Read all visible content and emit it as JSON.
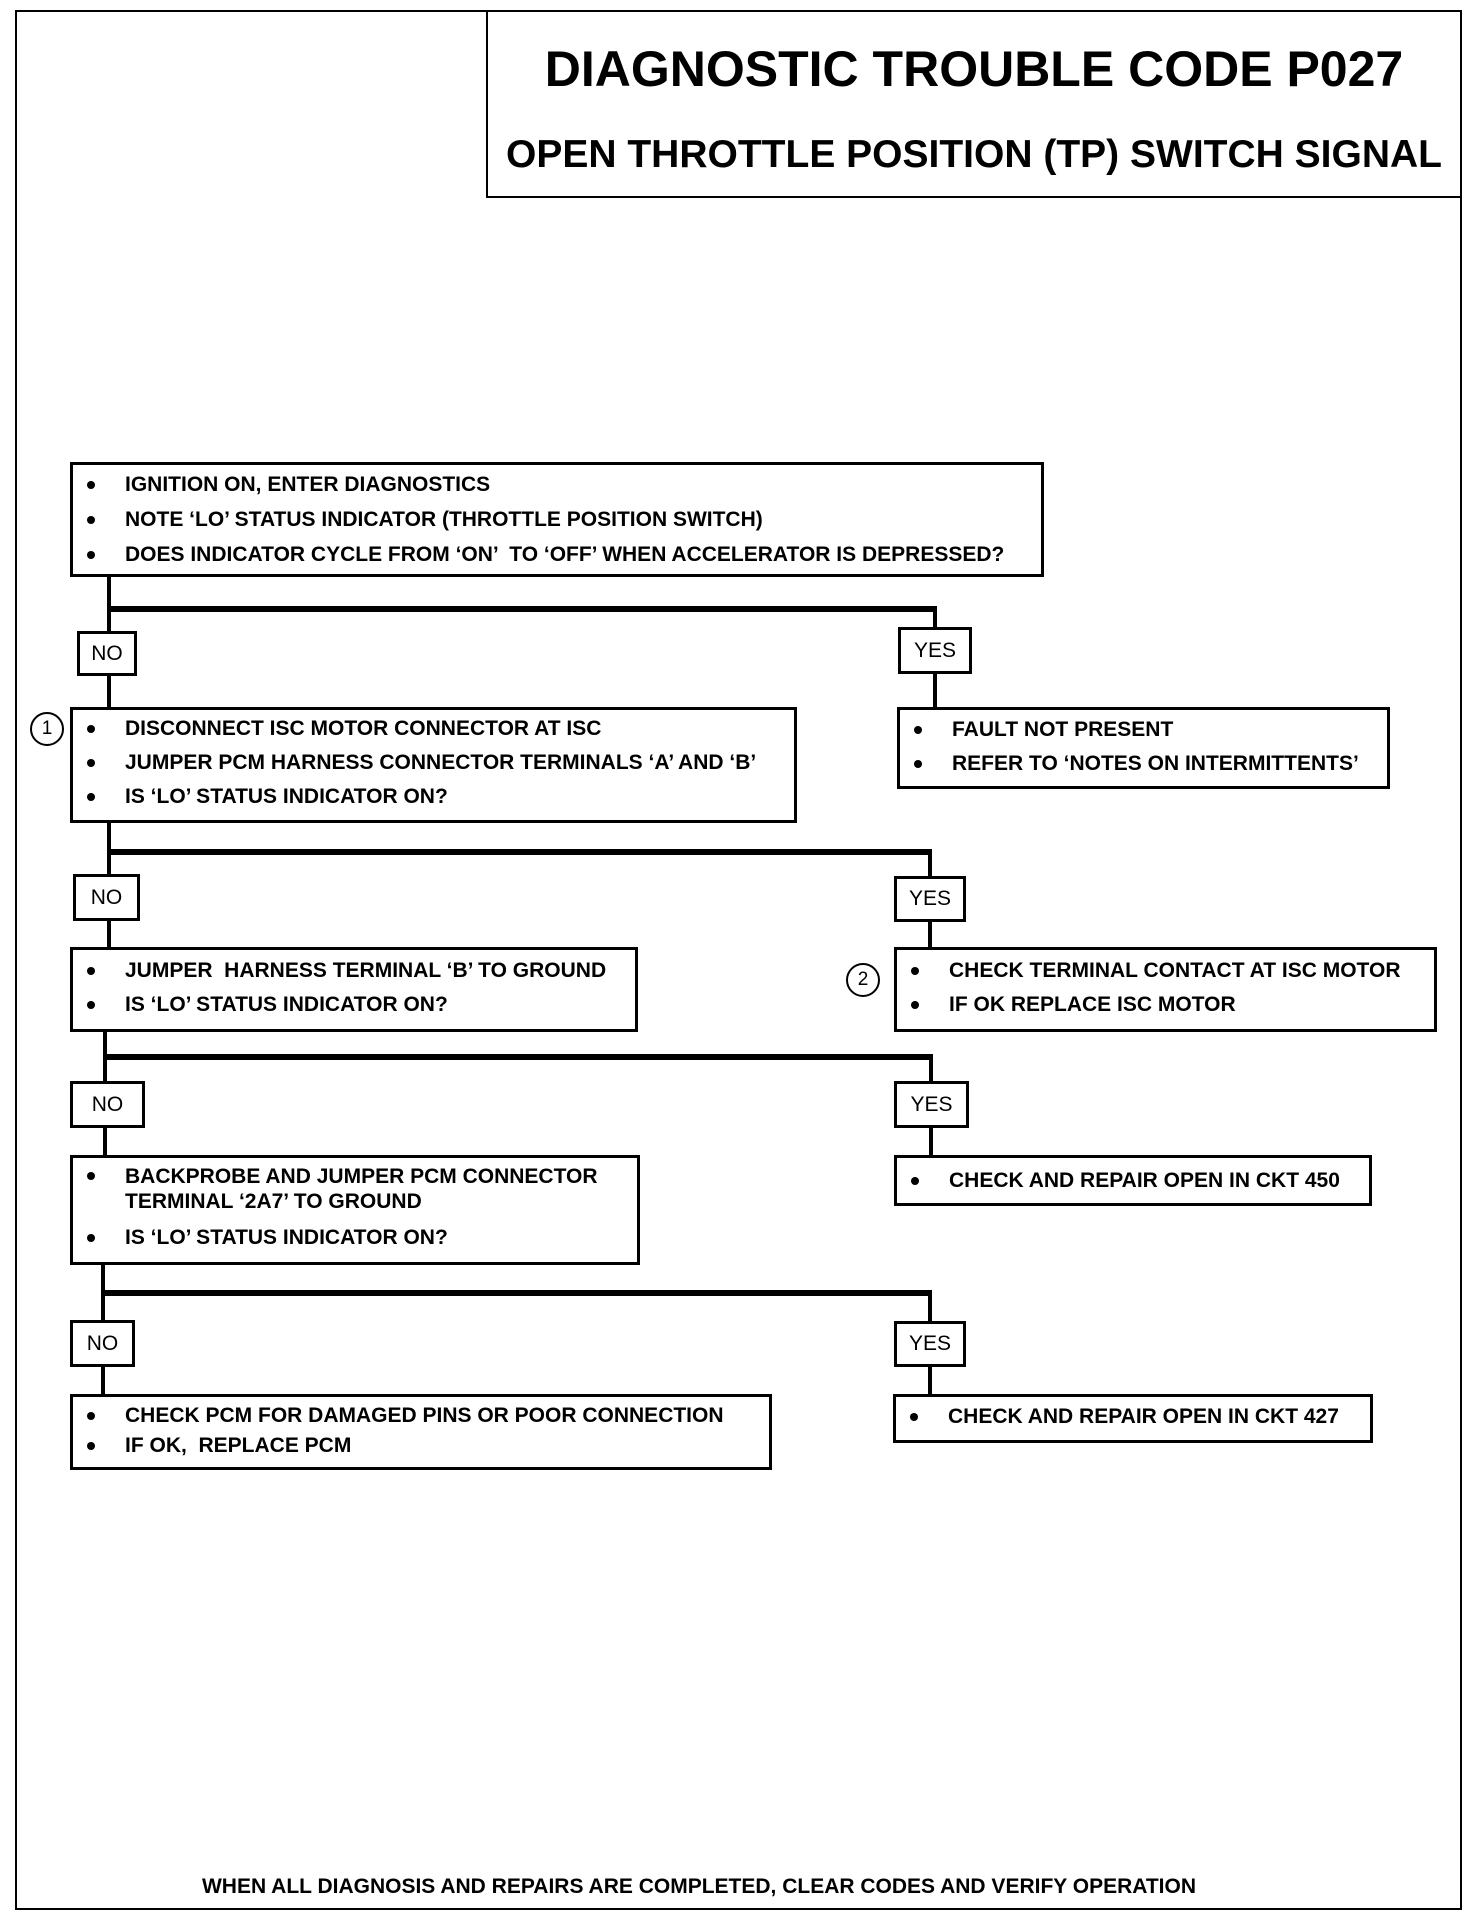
{
  "title": {
    "line1": "DIAGNOSTIC TROUBLE CODE P027",
    "line2": "OPEN THROTTLE POSITION (TP) SWITCH SIGNAL"
  },
  "labels": {
    "no": "NO",
    "yes": "YES"
  },
  "steps": {
    "step1": {
      "items": [
        "IGNITION ON, ENTER DIAGNOSTICS",
        "NOTE ‘LO’ STATUS INDICATOR (THROTTLE POSITION SWITCH)",
        "DOES INDICATOR CYCLE FROM ‘ON’  TO ‘OFF’ WHEN ACCELERATOR IS DEPRESSED?"
      ]
    },
    "step1_yes": {
      "items": [
        "FAULT NOT PRESENT",
        "REFER TO ‘NOTES ON INTERMITTENTS’"
      ]
    },
    "step2": {
      "marker": "1",
      "items": [
        "DISCONNECT ISC MOTOR CONNECTOR AT ISC",
        "JUMPER PCM HARNESS CONNECTOR TERMINALS ‘A’ AND ‘B’",
        "IS ‘LO’ STATUS INDICATOR ON?"
      ]
    },
    "step2_yes": {
      "marker": "2",
      "items": [
        "CHECK TERMINAL CONTACT AT ISC MOTOR",
        "IF OK REPLACE ISC MOTOR"
      ]
    },
    "step3": {
      "items": [
        "JUMPER  HARNESS TERMINAL ‘B’ TO GROUND",
        "IS ‘LO’ STATUS INDICATOR ON?"
      ]
    },
    "step3_yes": {
      "items": [
        "CHECK AND REPAIR OPEN IN CKT 450"
      ]
    },
    "step4": {
      "items": [
        [
          "BACKPROBE AND JUMPER PCM CONNECTOR",
          "TERMINAL ‘2A7’ TO GROUND"
        ],
        [
          "IS ‘LO’ STATUS INDICATOR ON?"
        ]
      ]
    },
    "step4_yes": {
      "items": [
        "CHECK AND REPAIR OPEN IN CKT 427"
      ]
    },
    "step4_no": {
      "items": [
        "CHECK PCM FOR DAMAGED PINS OR POOR CONNECTION",
        "IF OK,  REPLACE PCM"
      ]
    }
  },
  "footer": "WHEN ALL DIAGNOSIS AND REPAIRS ARE COMPLETED, CLEAR CODES AND VERIFY OPERATION"
}
